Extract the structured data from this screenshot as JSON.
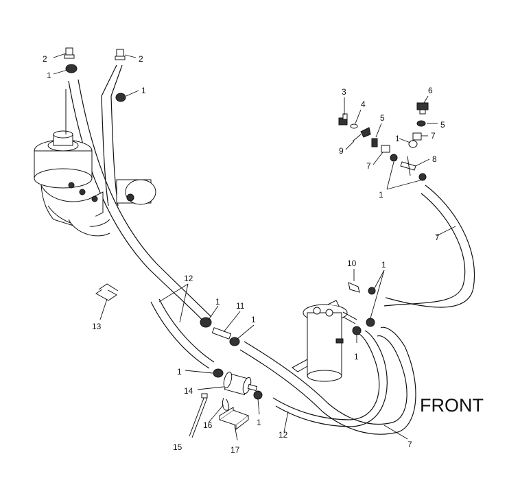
{
  "callouts": {
    "c1": "1",
    "c2": "2",
    "c3": "3",
    "c4": "4",
    "c5": "5",
    "c6": "6",
    "c7": "7",
    "c8": "8",
    "c9": "9",
    "c10": "10",
    "c11": "11",
    "c12": "12",
    "c13": "13",
    "c14": "14",
    "c15": "15",
    "c16": "16",
    "c17": "17"
  },
  "front_label": "FRONT"
}
